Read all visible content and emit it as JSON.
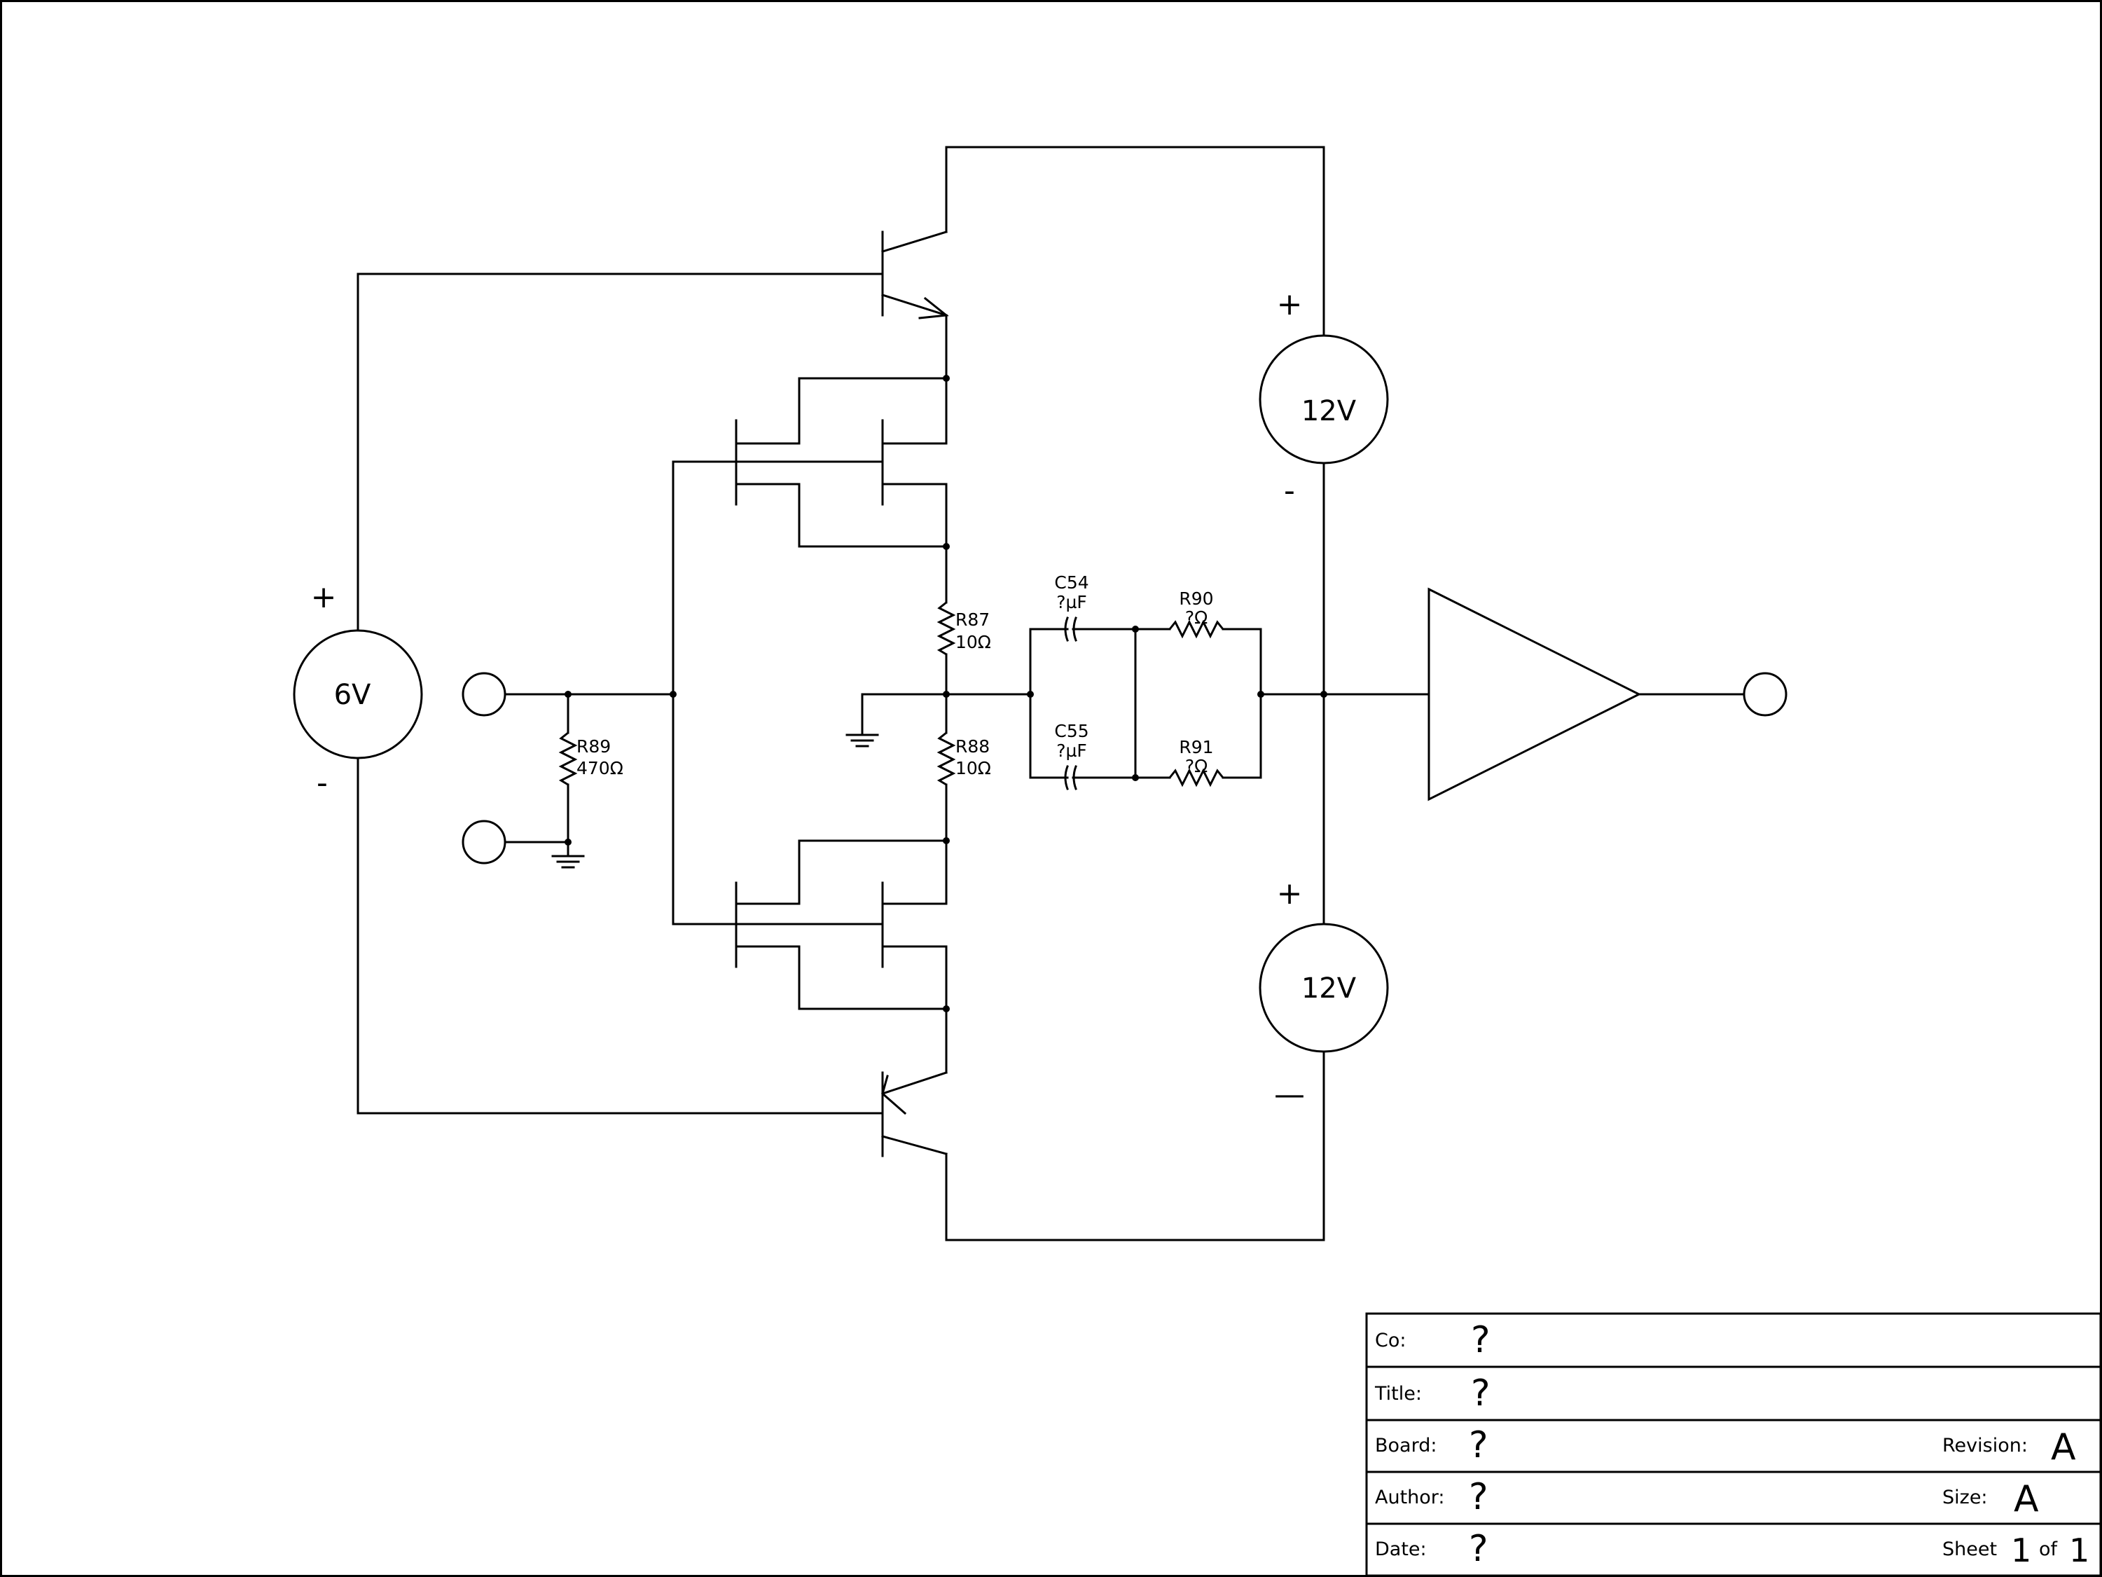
{
  "sources": {
    "left": {
      "value": "6V",
      "plus": "+",
      "minus": "-"
    },
    "top_right": {
      "value": "12V",
      "plus": "+",
      "minus": "-"
    },
    "bottom_right": {
      "value": "12V",
      "plus": "+",
      "minus": "—"
    }
  },
  "components": {
    "R87": {
      "ref": "R87",
      "value": "10Ω"
    },
    "R88": {
      "ref": "R88",
      "value": "10Ω"
    },
    "R89": {
      "ref": "R89",
      "value": "470Ω"
    },
    "R90": {
      "ref": "R90",
      "value": "?Ω"
    },
    "R91": {
      "ref": "R91",
      "value": "?Ω"
    },
    "C54": {
      "ref": "C54",
      "value": "?µF"
    },
    "C55": {
      "ref": "C55",
      "value": "?µF"
    }
  },
  "title_block": {
    "co_label": "Co:",
    "co_value": "?",
    "title_label": "Title:",
    "title_value": "?",
    "board_label": "Board:",
    "board_value": "?",
    "author_label": "Author:",
    "author_value": "?",
    "date_label": "Date:",
    "date_value": "?",
    "revision_label": "Revision:",
    "revision_value": "A",
    "size_label": "Size:",
    "size_value": "A",
    "sheet_label": "Sheet",
    "sheet_num": "1",
    "sheet_of": "of",
    "sheet_total": "1"
  }
}
